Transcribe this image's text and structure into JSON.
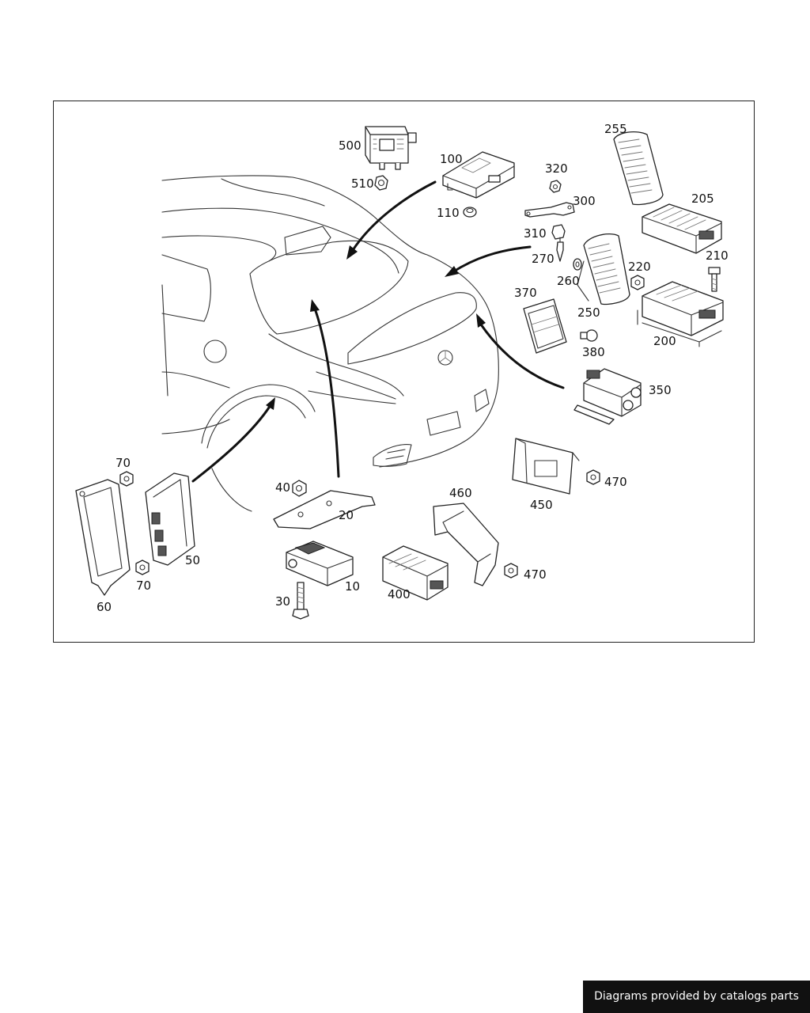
{
  "footer": {
    "credit": "Diagrams provided by catalogs parts"
  },
  "callouts": [
    {
      "key": "p500",
      "label": "500"
    },
    {
      "key": "p510",
      "label": "510"
    },
    {
      "key": "p100",
      "label": "100"
    },
    {
      "key": "p110",
      "label": "110"
    },
    {
      "key": "p320",
      "label": "320"
    },
    {
      "key": "p300",
      "label": "300"
    },
    {
      "key": "p310",
      "label": "310"
    },
    {
      "key": "p270",
      "label": "270"
    },
    {
      "key": "p260",
      "label": "260"
    },
    {
      "key": "p255",
      "label": "255"
    },
    {
      "key": "p205",
      "label": "205"
    },
    {
      "key": "p220",
      "label": "220"
    },
    {
      "key": "p210",
      "label": "210"
    },
    {
      "key": "p250",
      "label": "250"
    },
    {
      "key": "p200",
      "label": "200"
    },
    {
      "key": "p370",
      "label": "370"
    },
    {
      "key": "p380",
      "label": "380"
    },
    {
      "key": "p350",
      "label": "350"
    },
    {
      "key": "p70a",
      "label": "70"
    },
    {
      "key": "p70b",
      "label": "70"
    },
    {
      "key": "p50",
      "label": "50"
    },
    {
      "key": "p60",
      "label": "60"
    },
    {
      "key": "p40",
      "label": "40"
    },
    {
      "key": "p20",
      "label": "20"
    },
    {
      "key": "p10",
      "label": "10"
    },
    {
      "key": "p30",
      "label": "30"
    },
    {
      "key": "p400",
      "label": "400"
    },
    {
      "key": "p460",
      "label": "460"
    },
    {
      "key": "p470a",
      "label": "470"
    },
    {
      "key": "p470b",
      "label": "470"
    },
    {
      "key": "p450",
      "label": "450"
    }
  ]
}
